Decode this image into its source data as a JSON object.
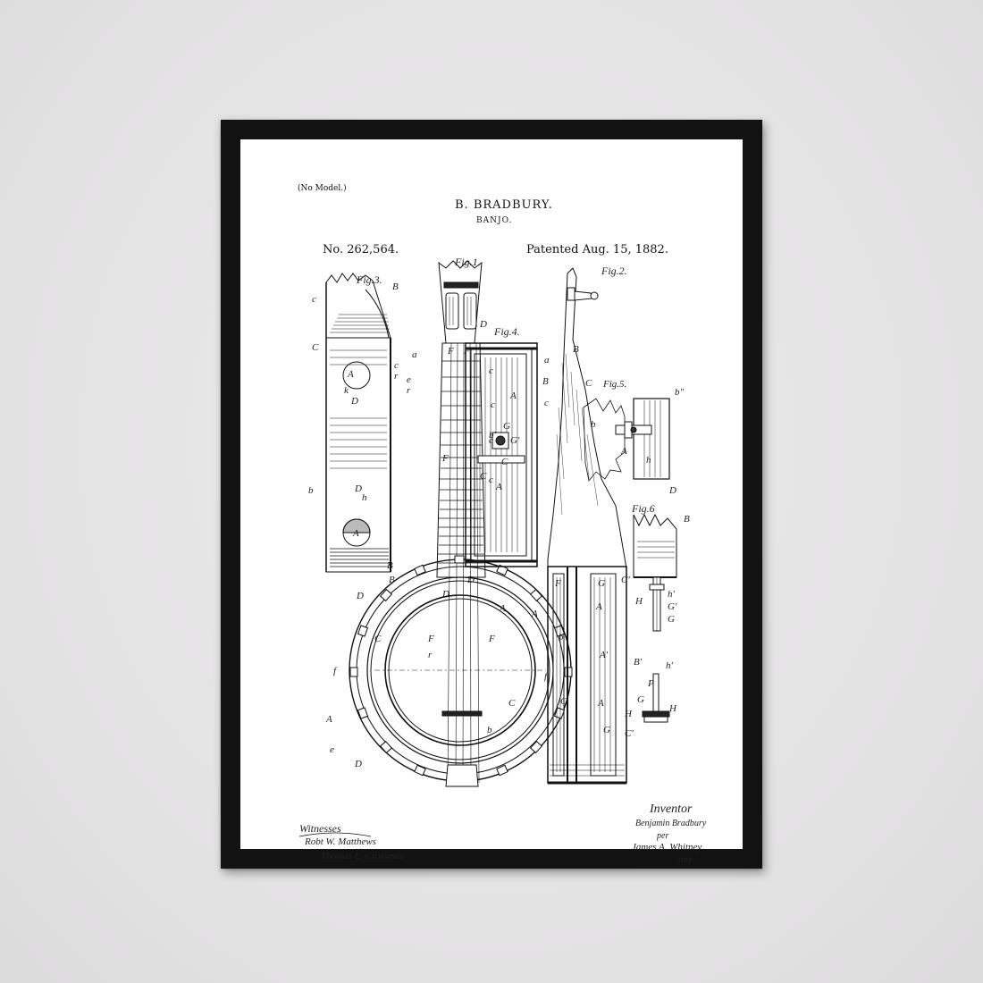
{
  "patent": {
    "model_note": "(No Model.)",
    "inventor_name": "B. BRADBURY.",
    "title": "BANJO.",
    "number": "No. 262,564.",
    "date": "Patented Aug. 15, 1882."
  },
  "figures": {
    "fig1": "Fig.1.",
    "fig2": "Fig.2.",
    "fig3": "Fig.3.",
    "fig4": "Fig.4.",
    "fig5": "Fig.5.",
    "fig6": "Fig.6"
  },
  "signatures": {
    "witnesses_label": "Witnesses",
    "witness_1": "Robt W. Matthews",
    "witness_2": "Thomas E. Crossman",
    "inventor_label": "Inventor",
    "inventor_signature": "Benjamin Bradbury",
    "per": "per",
    "attorney": "James A. Whitney",
    "atty": "atty"
  },
  "colors": {
    "wall": "#e6e5e6",
    "frame": "#121212",
    "mat": "#ffffff",
    "ink": "#111111"
  }
}
